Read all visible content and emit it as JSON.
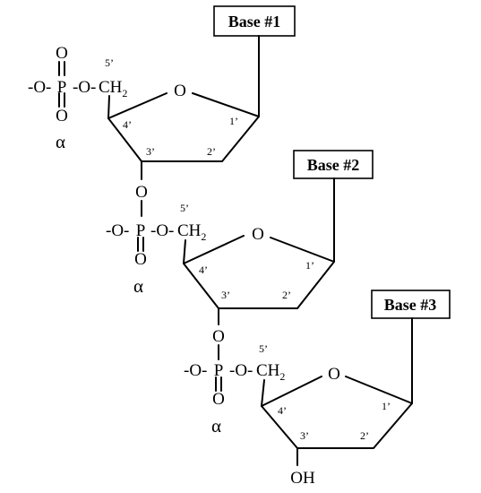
{
  "atoms": {
    "ring_oxygen": "O",
    "bridge_oxygen": "O",
    "carbonyl_oxygen": "O",
    "phosphorus": "P",
    "phosphate_prefix": "-O-",
    "phosphate_link": "-O-",
    "methylene": "CH",
    "methylene_subscript": "2",
    "terminal_hydroxyl": "OH"
  },
  "position_labels": [
    "5’",
    "4’",
    "3’",
    "2’",
    "1’"
  ],
  "alpha_symbol": "α",
  "nucleotides": [
    {
      "base_label": "Base #1"
    },
    {
      "base_label": "Base #2"
    },
    {
      "base_label": "Base #3"
    }
  ]
}
